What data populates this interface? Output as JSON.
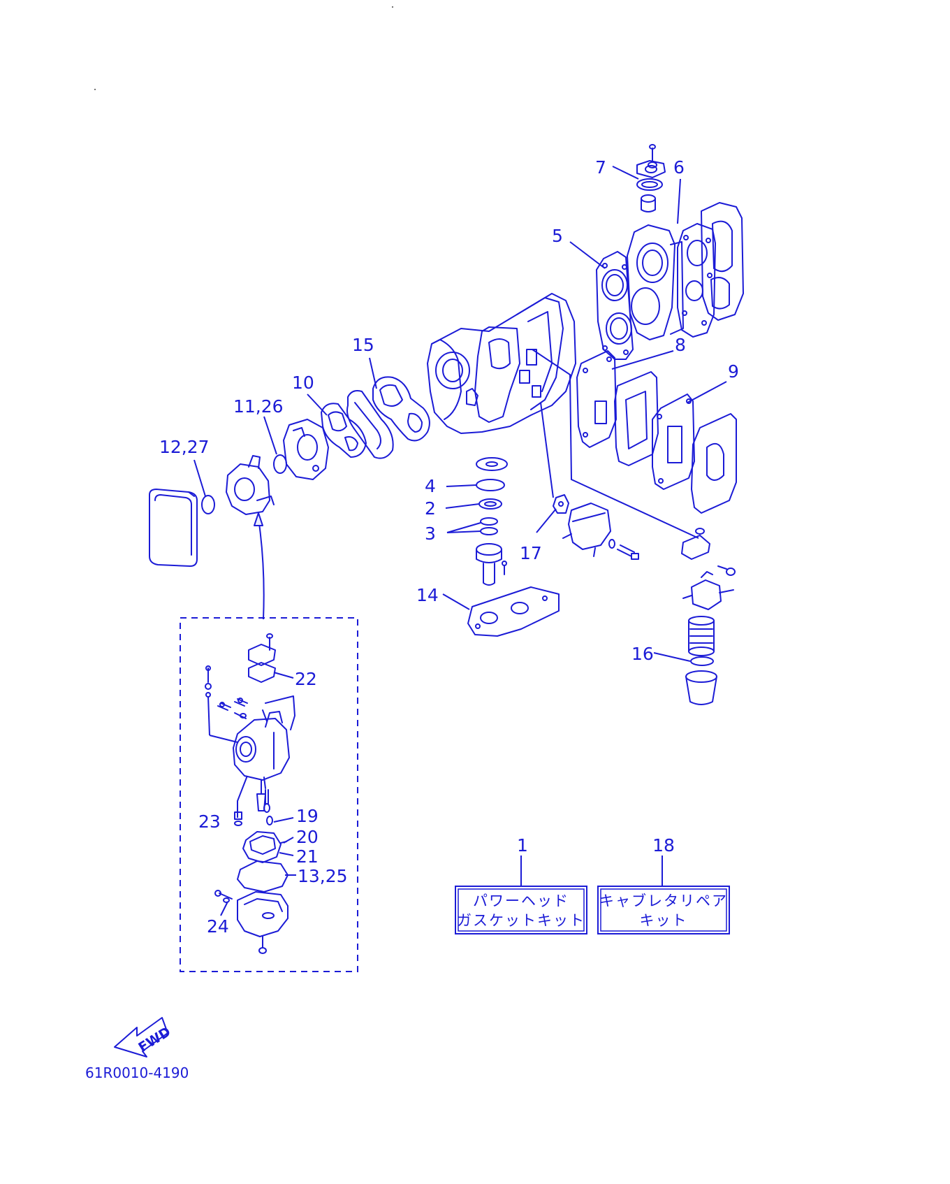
{
  "callouts": {
    "c1": "1",
    "c2": "2",
    "c3": "3",
    "c4": "4",
    "c5": "5",
    "c6": "6",
    "c7": "7",
    "c8": "8",
    "c9": "9",
    "c10": "10",
    "c11_26": "11,26",
    "c12_27": "12,27",
    "c13_25": "13,25",
    "c14": "14",
    "c15": "15",
    "c16": "16",
    "c17": "17",
    "c18": "18",
    "c19": "19",
    "c20": "20",
    "c21": "21",
    "c22": "22",
    "c23": "23",
    "c24": "24"
  },
  "kits": {
    "power_head": {
      "line1": "パワーヘッド",
      "line2": "ガスケットキット"
    },
    "carburetor": {
      "line1": "キャブレタリペア",
      "line2": "キット"
    }
  },
  "fwd_label": "FWD",
  "diagram_code": "61R0010-4190",
  "colors": {
    "line": "#1b1bd6",
    "background": "#ffffff"
  }
}
